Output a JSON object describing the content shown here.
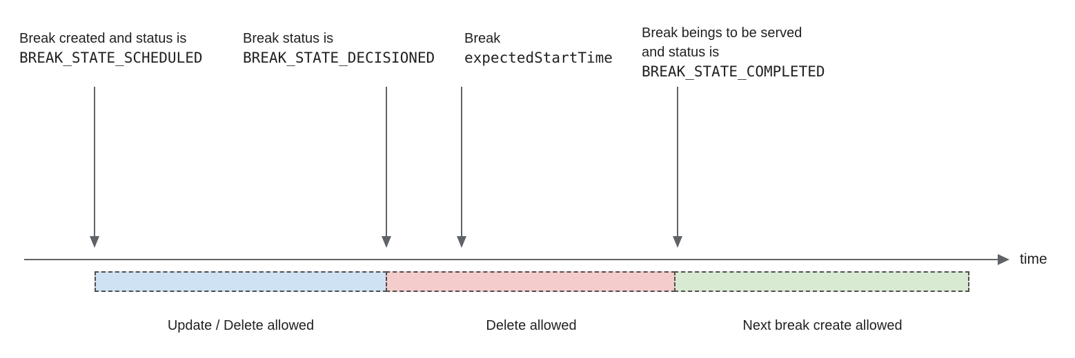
{
  "annotations": [
    {
      "text_lines": [
        "Break created and status is"
      ],
      "code": "BREAK_STATE_SCHEDULED"
    },
    {
      "text_lines": [
        "Break status is"
      ],
      "code": "BREAK_STATE_DECISIONED"
    },
    {
      "text_lines": [
        "Break"
      ],
      "code": "expectedStartTime"
    },
    {
      "text_lines": [
        "Break beings to be served",
        "and status is"
      ],
      "code": "BREAK_STATE_COMPLETED"
    }
  ],
  "timeline": {
    "axis_label": "time"
  },
  "segments": [
    {
      "label": "Update / Delete allowed",
      "color": "#cfe2f3"
    },
    {
      "label": "Delete allowed",
      "color": "#f4cccc"
    },
    {
      "label": "Next break create allowed",
      "color": "#d9ead3"
    }
  ],
  "colors": {
    "line": "#5f6368",
    "text": "#202124",
    "segment_border": "#4d4d4d"
  }
}
